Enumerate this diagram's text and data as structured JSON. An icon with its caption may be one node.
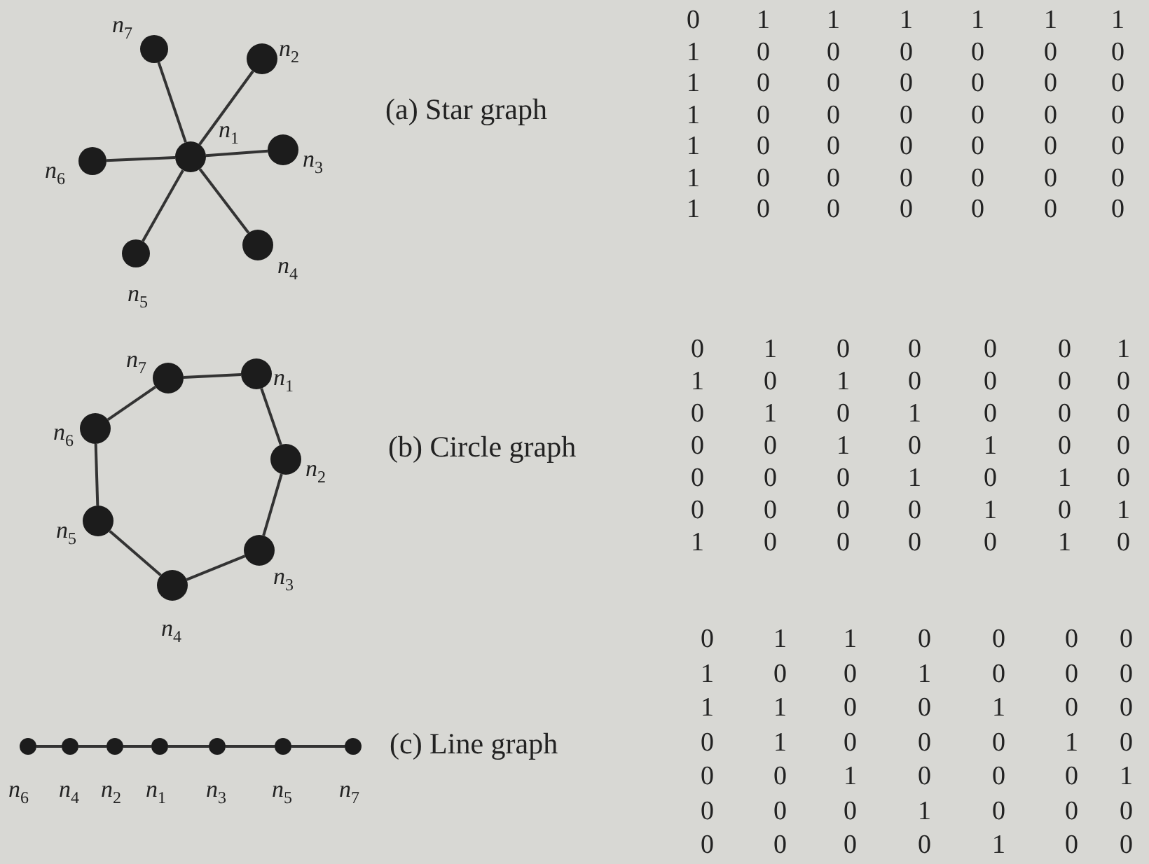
{
  "diagram": {
    "nodes": [
      {
        "text": [
          "n$_{1}$"
        ]
      },
      {
        "text": [
          "n$_{2}$"
        ]
      },
      {
        "text": [
          "n$_{3}$"
        ]
      },
      {
        "text": [
          "n$_{4}$"
        ]
      },
      {
        "text": [
          "n$_{5}$"
        ]
      },
      {
        "text": [
          "n$_{6}$"
        ]
      },
      {
        "text": [
          "n$_{7}$"
        ]
      },
      {
        "text": [
          "n$_{1}$"
        ]
      },
      {
        "text": [
          "n$_{2}$"
        ]
      },
      {
        "text": [
          "n$_{3}$"
        ]
      },
      {
        "text": [
          "n$_{4}$"
        ]
      },
      {
        "text": [
          "n$_{5}$"
        ]
      },
      {
        "text": [
          "n$_{6}$"
        ]
      },
      {
        "text": [
          "n$_{7}$"
        ]
      },
      {
        "text": [
          "n$_{6}$"
        ]
      },
      {
        "text": [
          "n$_{4}$"
        ]
      },
      {
        "text": [
          "n$_{2}$"
        ]
      },
      {
        "text": [
          "n$_{1}$"
        ]
      },
      {
        "text": [
          "n$_{3}$"
        ]
      },
      {
        "text": [
          "n$_{5}$"
        ]
      },
      {
        "text": [
          "n$_{7}$"
        ]
      }
    ],
    "edges": [
      {
        "from": 0,
        "to": 1,
        "arrow": "none"
      },
      {
        "from": 0,
        "to": 2,
        "arrow": "none"
      },
      {
        "from": 0,
        "to": 3,
        "arrow": "none"
      },
      {
        "from": 0,
        "to": 4,
        "arrow": "none"
      },
      {
        "from": 0,
        "to": 5,
        "arrow": "none"
      },
      {
        "from": 0,
        "to": 6,
        "arrow": "none"
      },
      {
        "from": 7,
        "to": 8,
        "arrow": "none"
      },
      {
        "from": 8,
        "to": 9,
        "arrow": "none"
      },
      {
        "from": 9,
        "to": 10,
        "arrow": "none"
      },
      {
        "from": 10,
        "to": 11,
        "arrow": "none"
      },
      {
        "from": 11,
        "to": 12,
        "arrow": "none"
      },
      {
        "from": 12,
        "to": 13,
        "arrow": "none"
      },
      {
        "from": 13,
        "to": 7,
        "arrow": "none"
      },
      {
        "from": 14,
        "to": 15,
        "arrow": "none"
      },
      {
        "from": 15,
        "to": 16,
        "arrow": "none"
      },
      {
        "from": 16,
        "to": 17,
        "arrow": "none"
      },
      {
        "from": 17,
        "to": 18,
        "arrow": "none"
      },
      {
        "from": 18,
        "to": 19,
        "arrow": "none"
      },
      {
        "from": 19,
        "to": 20,
        "arrow": "none"
      }
    ],
    "labels": [
      "(a) Star graph",
      "0",
      "1",
      "1",
      "1",
      "1",
      "1",
      "1",
      "1",
      "0",
      "0",
      "0",
      "0",
      "0",
      "0",
      "1",
      "0",
      "0",
      "0",
      "0",
      "0",
      "0",
      "1",
      "0",
      "0",
      "0",
      "0",
      "0",
      "0",
      "1",
      "0",
      "0",
      "0",
      "0",
      "0",
      "0",
      "1",
      "0",
      "0",
      "0",
      "0",
      "0",
      "0",
      "1",
      "0",
      "0",
      "0",
      "0",
      "0",
      "0",
      "(b) Circle graph",
      "0",
      "1",
      "0",
      "0",
      "0",
      "0",
      "1",
      "1",
      "0",
      "1",
      "0",
      "0",
      "0",
      "0",
      "0",
      "1",
      "0",
      "1",
      "0",
      "0",
      "0",
      "0",
      "0",
      "1",
      "0",
      "1",
      "0",
      "0",
      "0",
      "0",
      "0",
      "1",
      "0",
      "1",
      "0",
      "0",
      "0",
      "0",
      "0",
      "1",
      "0",
      "1",
      "1",
      "0",
      "0",
      "0",
      "0",
      "1",
      "0",
      "(c) Line graph",
      "0",
      "1",
      "1",
      "0",
      "0",
      "0",
      "0",
      "1",
      "0",
      "0",
      "1",
      "0",
      "0",
      "0",
      "1",
      "1",
      "0",
      "0",
      "1",
      "0",
      "0",
      "0",
      "1",
      "0",
      "0",
      "0",
      "1",
      "0",
      "0",
      "0",
      "1",
      "0",
      "0",
      "0",
      "1",
      "0",
      "0",
      "0",
      "1",
      "0",
      "0",
      "0",
      "0",
      "0",
      "0",
      "0",
      "1",
      "0",
      "0"
    ]
  }
}
